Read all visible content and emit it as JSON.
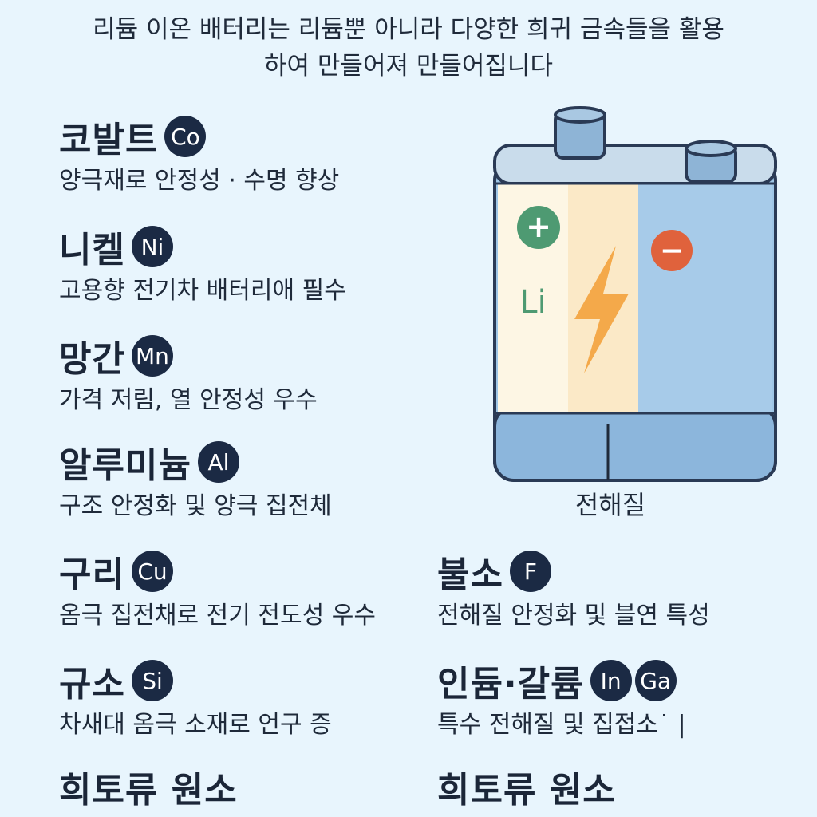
{
  "intro": {
    "line1": "리듐 이온 배터리는 리듐뿐 아니라 다양한 희귀 금속들을 활용",
    "line2": "하여 만들어져 만들어집니다"
  },
  "battery": {
    "positive_sign": "+",
    "negative_sign": "−",
    "element_label": "Li",
    "electrolyte_label": "전해질"
  },
  "elements": [
    {
      "name": "코발트",
      "symbols": [
        "Co"
      ],
      "description": "양극재로 안정성 · 수명 향상"
    },
    {
      "name": "니켈",
      "symbols": [
        "Ni"
      ],
      "description": "고용향 전기차 배터리애 필수"
    },
    {
      "name": "망간",
      "symbols": [
        "Mn"
      ],
      "description": "가격 저림, 열 안정성 우수"
    },
    {
      "name": "알루미늄",
      "symbols": [
        "Al"
      ],
      "description": "구조 안정화 및 양극 집전체"
    },
    {
      "name": "구리",
      "symbols": [
        "Cu"
      ],
      "description": "옴극 집전채로 전기 전도성 우수"
    },
    {
      "name": "불소",
      "symbols": [
        "F"
      ],
      "description": "전해질 안정화 및 블연 특성"
    },
    {
      "name": "규소",
      "symbols": [
        "Si"
      ],
      "description": "차새대 옴극 소재로 언구 증"
    },
    {
      "name": "인듐·갈륨",
      "symbols": [
        "In",
        "Ga"
      ],
      "description": "특수 전해질 및 집접소˙ |"
    },
    {
      "name": "희토류 원소",
      "symbols": [],
      "description": ""
    },
    {
      "name": "희토류 원소",
      "symbols": [],
      "description": ""
    }
  ],
  "colors": {
    "background": "#e8f5fd",
    "symbol_badge": "#1b2a44",
    "positive": "#4e9a72",
    "negative": "#e0623c",
    "bolt": "#f4a94a",
    "battery_blue": "#9fc6e6"
  }
}
